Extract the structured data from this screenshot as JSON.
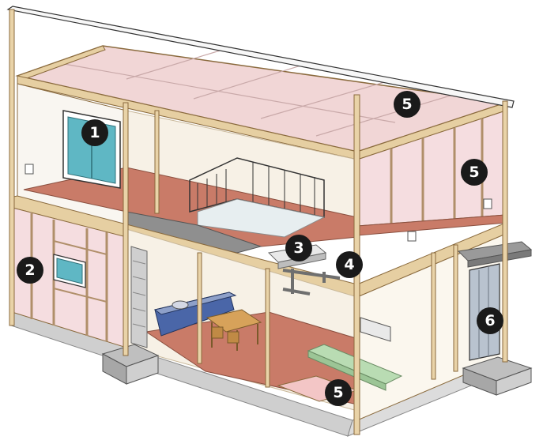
{
  "markers": [
    {
      "label": "1",
      "points_to": "upper-floor-window"
    },
    {
      "label": "2",
      "points_to": "left-ground-wall"
    },
    {
      "label": "3",
      "points_to": "bathroom-sink"
    },
    {
      "label": "4",
      "points_to": "plumbing-pipes"
    },
    {
      "label": "5",
      "points_to": "roof-panel"
    },
    {
      "label": "5",
      "points_to": "upper-right-wall"
    },
    {
      "label": "5",
      "points_to": "ground-floor-panel"
    },
    {
      "label": "6",
      "points_to": "entrance-door"
    }
  ],
  "colors": {
    "frame": "#e9d3a8",
    "frame_edge": "#8a6a3d",
    "wall_panel": "#f5dde0",
    "floor": "#c97b68",
    "roof_panel": "#f1d6d6",
    "window_glass": "#5fb7c4",
    "kitchen": "#4a66a8",
    "sofa": "#b9dcb3",
    "foundation": "#d7d7d7",
    "badge": "#1a1a1a"
  }
}
